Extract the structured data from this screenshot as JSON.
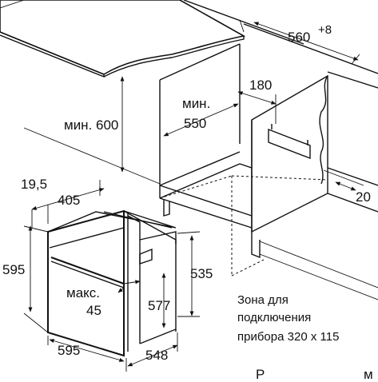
{
  "dimensions": {
    "min_height": "мин. 600",
    "min_width_prefix": "мин.",
    "min_width_value": "550",
    "niche_width_main": "560",
    "niche_width_tolerance": "+8",
    "cutout": "180",
    "gap": "20",
    "front_offset": "19,5",
    "depth_body": "405",
    "height_total": "595",
    "height_inner": "535",
    "height_mid": "577",
    "max_prefix": "макс.",
    "max_value": "45",
    "width_total": "595",
    "depth_total": "548"
  },
  "connection_zone": {
    "line1": "Зона для",
    "line2": "подключения",
    "line3": "прибора 320 x 115"
  },
  "footer": {
    "partial_left": "Р",
    "partial_right": "м"
  }
}
